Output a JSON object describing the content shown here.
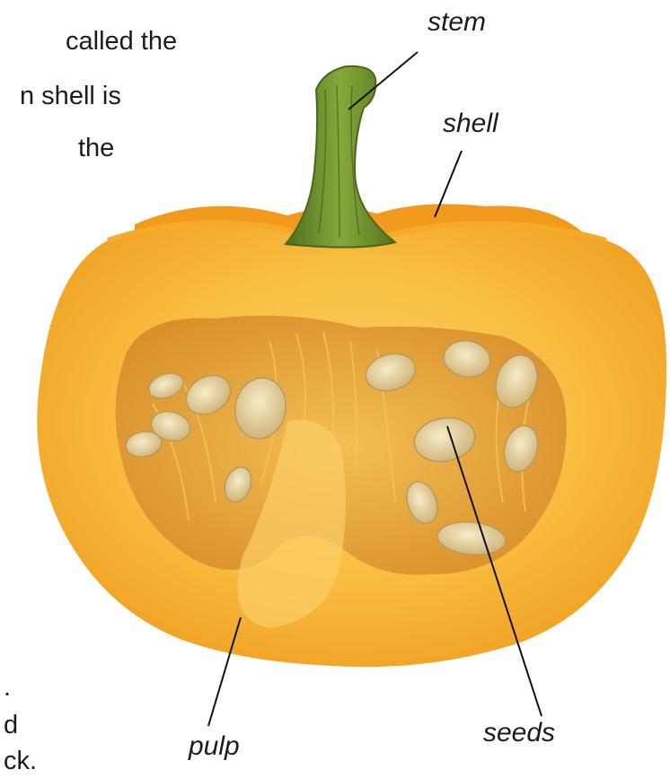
{
  "paragraph_top": {
    "lines": [
      "called the",
      "n shell is",
      "the"
    ]
  },
  "paragraph_bottom": {
    "lines": [
      ".",
      "d",
      "ck."
    ]
  },
  "labels": {
    "stem": "stem",
    "shell": "shell",
    "pulp": "pulp",
    "seeds": "seeds"
  },
  "colors": {
    "flesh": "#f6b233",
    "flesh_light": "#fbce5a",
    "rind": "#f39a1c",
    "cavity": "#e9a738",
    "seed": "#e8d4a0",
    "stem": "#6a8a2c",
    "leader": "#111111"
  }
}
